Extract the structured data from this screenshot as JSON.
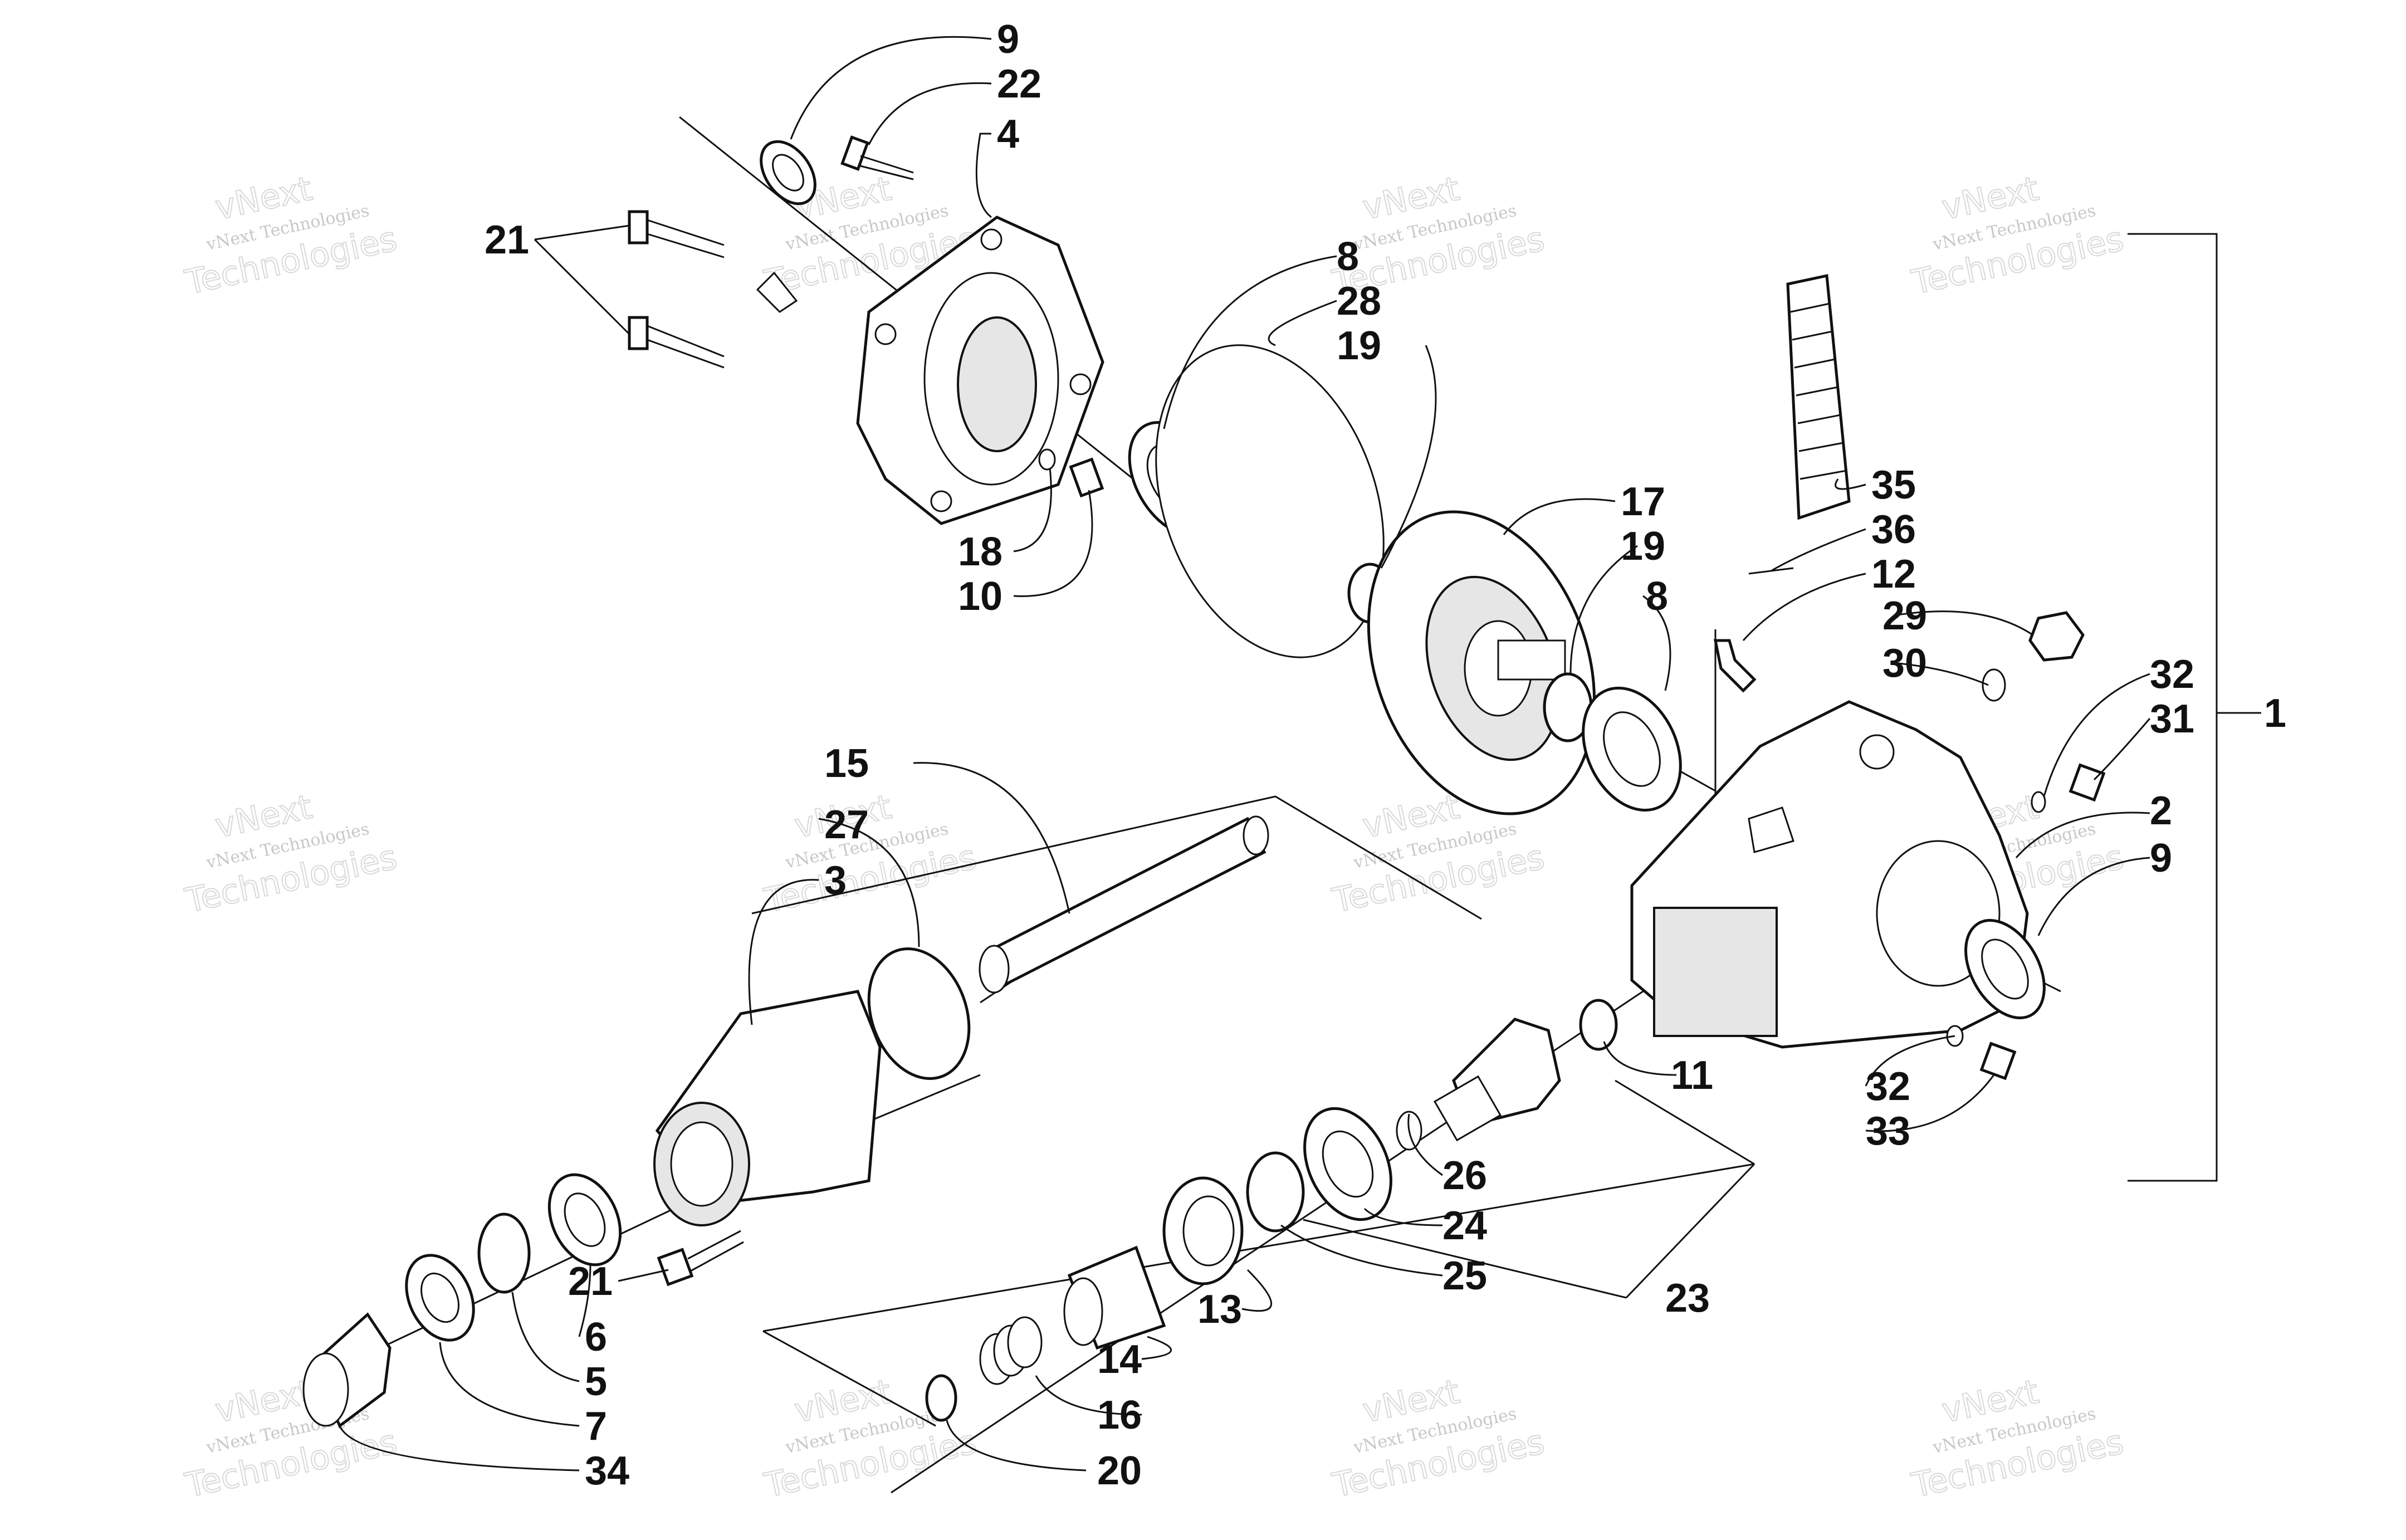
{
  "diagram": {
    "callouts": [
      "1",
      "2",
      "3",
      "4",
      "5",
      "6",
      "7",
      "8",
      "8",
      "9",
      "9",
      "9",
      "10",
      "11",
      "12",
      "13",
      "14",
      "15",
      "16",
      "17",
      "18",
      "19",
      "19",
      "20",
      "21",
      "21",
      "21",
      "22",
      "23",
      "24",
      "25",
      "26",
      "27",
      "28",
      "29",
      "30",
      "31",
      "32",
      "32",
      "33",
      "34",
      "35",
      "36"
    ],
    "watermark": {
      "line1": "vNext Technologies",
      "line2": "vNext",
      "line3": "Technologies"
    }
  }
}
